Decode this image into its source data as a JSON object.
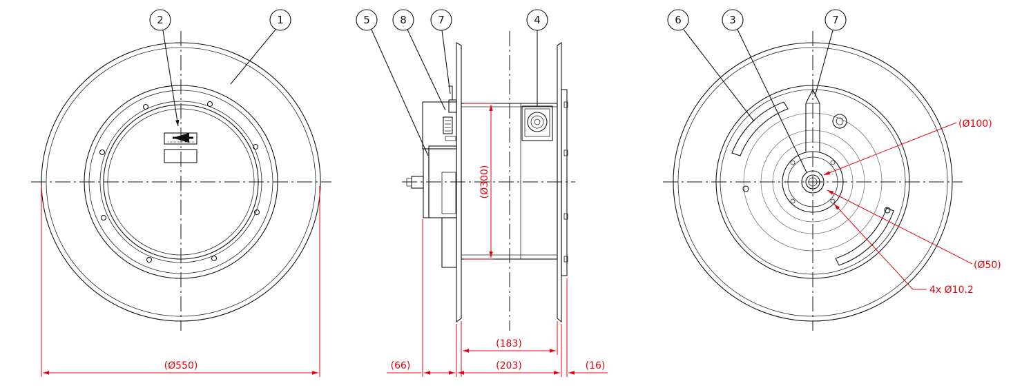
{
  "balloons": {
    "front": [
      "2",
      "1"
    ],
    "side": [
      "5",
      "8",
      "7",
      "4"
    ],
    "rear": [
      "6",
      "3",
      "7"
    ]
  },
  "dimensions": {
    "front_diameter": "(Ø550)",
    "left_offset": "(66)",
    "inner_width": "(183)",
    "overall_width": "(203)",
    "right_offset": "(16)",
    "drum_diameter": "(Ø300)",
    "hub_diameter_100": "(Ø100)",
    "hub_diameter_50": "(Ø50)",
    "hole_pattern": "4x  Ø10.2"
  },
  "colors": {
    "line": "#111111",
    "dimension": "#e8000b"
  }
}
